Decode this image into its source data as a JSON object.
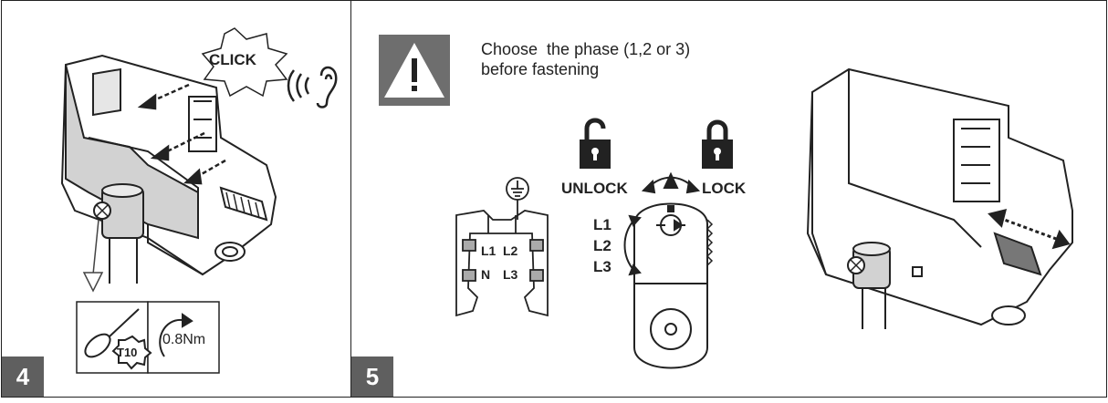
{
  "step4": {
    "number": "4",
    "click_label": "CLICK",
    "tool_label": "T10",
    "torque_label": "0.8Nm"
  },
  "step5": {
    "number": "5",
    "warning_line1": "Choose  the phase (1,2 or 3)",
    "warning_line2": "before fastening",
    "unlock_label": "UNLOCK",
    "lock_label": "LOCK",
    "phase_labels": [
      "L1",
      "L2",
      "L3"
    ],
    "track_labels": {
      "l1": "L1",
      "l2": "L2",
      "n": "N",
      "l3": "L3"
    }
  },
  "icons": {
    "warning": "warning-triangle-icon",
    "ear": "ear-icon",
    "screwdriver": "screwdriver-icon",
    "rotate": "rotate-arrow-icon",
    "lock_open": "lock-open-icon",
    "lock_closed": "lock-closed-icon",
    "ground": "ground-symbol-icon"
  },
  "colors": {
    "badge": "#5f5f5f",
    "warning_box": "#6e6e6e",
    "adapter_fill": "#d2d2d2"
  }
}
